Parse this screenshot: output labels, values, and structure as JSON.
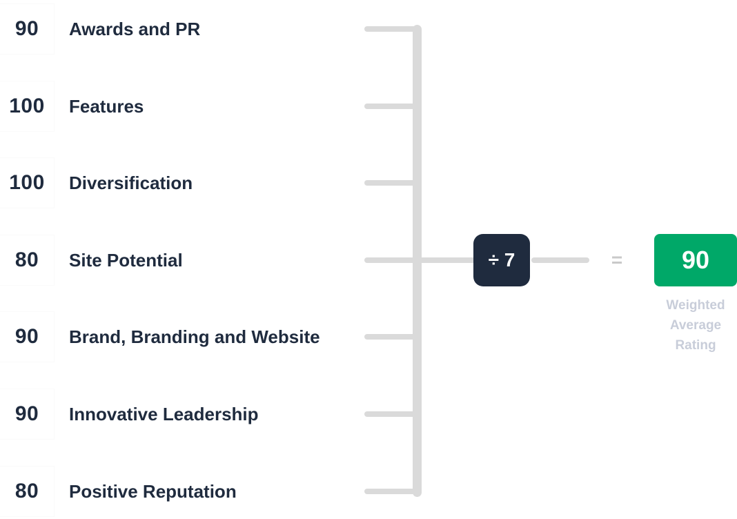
{
  "diagram": {
    "rows": [
      {
        "score": "90",
        "label": "Awards and PR"
      },
      {
        "score": "100",
        "label": "Features"
      },
      {
        "score": "100",
        "label": "Diversification"
      },
      {
        "score": "80",
        "label": "Site Potential"
      },
      {
        "score": "90",
        "label": "Brand, Branding and Website"
      },
      {
        "score": "90",
        "label": "Innovative Leadership"
      },
      {
        "score": "80",
        "label": "Positive Reputation"
      }
    ],
    "operation": {
      "divide_label": "÷ 7",
      "equals_label": "="
    },
    "result": {
      "value": "90",
      "caption_lines": [
        "Weighted",
        "Average",
        "Rating"
      ]
    }
  },
  "colors": {
    "navy": "#1F2B3E",
    "green": "#00A868",
    "line_gray": "#DADADA",
    "caption_gray": "#C8CDD9",
    "background": "#FFFFFF"
  }
}
